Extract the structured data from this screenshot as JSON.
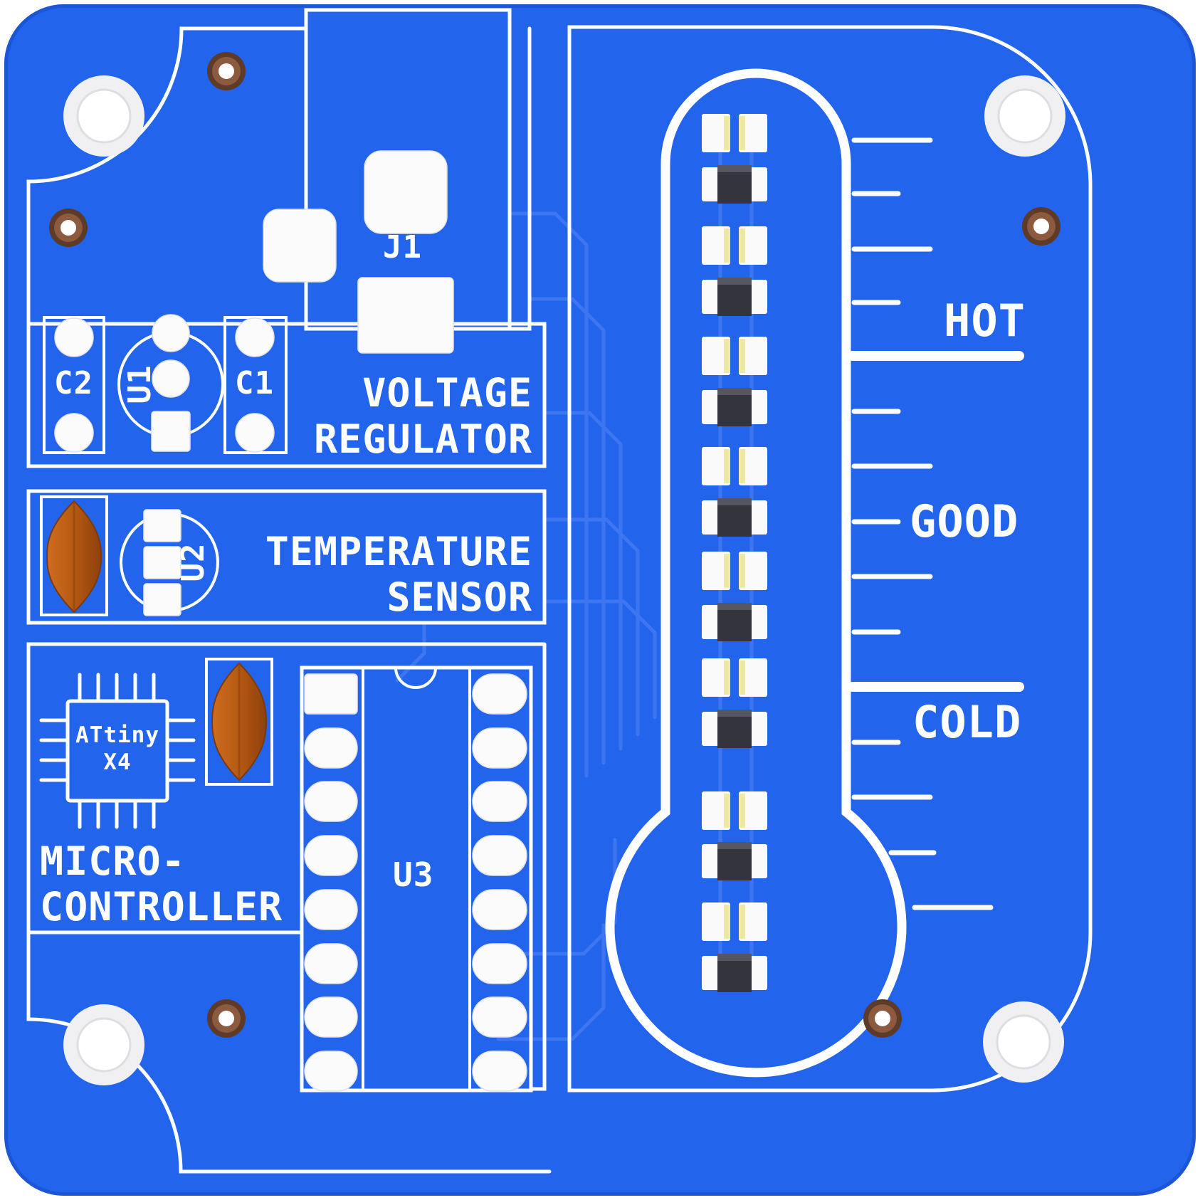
{
  "colors": {
    "solder_mask": "#2264ec",
    "silkscreen": "#ffffff",
    "copper_drill_ring": "#5e3a28",
    "thermistor_body": "#b85c14",
    "resistor_body": "#34343c",
    "led_pad_stripe": "#efe9a6",
    "trace": "#3e76f2"
  },
  "sections": {
    "voltage_regulator": {
      "title_line1": "VOLTAGE",
      "title_line2": "REGULATOR",
      "c2_ref": "C2",
      "u1_ref": "U1",
      "c1_ref": "C1",
      "j1_ref": "J1"
    },
    "temperature_sensor": {
      "title_line1": "TEMPERATURE",
      "title_line2": "SENSOR",
      "u2_ref": "U2"
    },
    "microcontroller": {
      "title_line1": "MICRO-",
      "title_line2": "CONTROLLER",
      "chip_line1": "ATtiny",
      "chip_line2": "X4",
      "u3_ref": "U3"
    }
  },
  "thermometer_scale": {
    "hot_label": "HOT",
    "good_label": "GOOD",
    "cold_label": "COLD",
    "led_count": 8
  }
}
